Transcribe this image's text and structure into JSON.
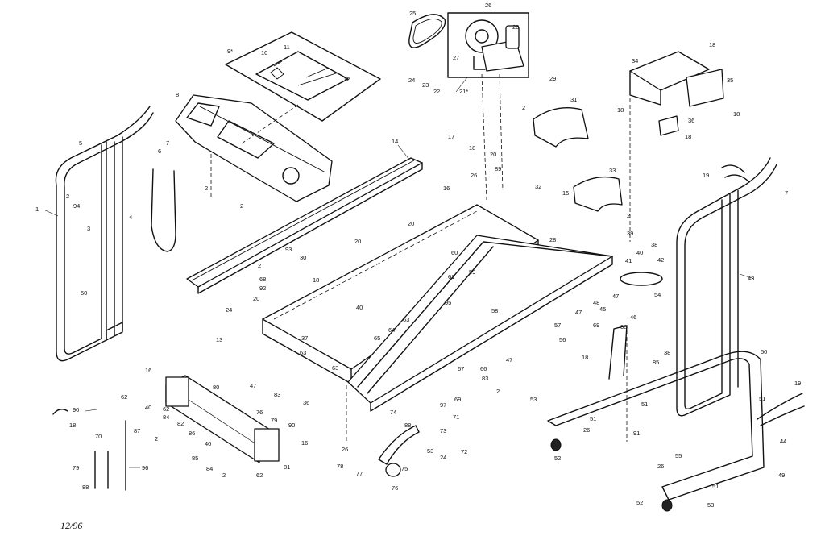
{
  "footer": {
    "code": "12/96"
  },
  "labels": [
    {
      "id": "26a",
      "text": "26"
    },
    {
      "id": "25",
      "text": "25"
    },
    {
      "id": "28",
      "text": "28"
    },
    {
      "id": "27",
      "text": "27"
    },
    {
      "id": "21",
      "text": "21*"
    },
    {
      "id": "24a",
      "text": "24"
    },
    {
      "id": "23",
      "text": "23"
    },
    {
      "id": "22",
      "text": "22"
    },
    {
      "id": "29",
      "text": "29"
    },
    {
      "id": "9",
      "text": "9*"
    },
    {
      "id": "10",
      "text": "10"
    },
    {
      "id": "11",
      "text": "11"
    },
    {
      "id": "12",
      "text": "12"
    },
    {
      "id": "8",
      "text": "8"
    },
    {
      "id": "7a",
      "text": "7"
    },
    {
      "id": "5",
      "text": "5"
    },
    {
      "id": "6",
      "text": "6"
    },
    {
      "id": "1",
      "text": "1"
    },
    {
      "id": "2a",
      "text": "2"
    },
    {
      "id": "94",
      "text": "94"
    },
    {
      "id": "3",
      "text": "3"
    },
    {
      "id": "4",
      "text": "4"
    },
    {
      "id": "2b",
      "text": "2"
    },
    {
      "id": "2c",
      "text": "2"
    },
    {
      "id": "14",
      "text": "14"
    },
    {
      "id": "2d",
      "text": "2"
    },
    {
      "id": "31",
      "text": "31"
    },
    {
      "id": "17",
      "text": "17"
    },
    {
      "id": "18a",
      "text": "18"
    },
    {
      "id": "20a",
      "text": "20"
    },
    {
      "id": "89",
      "text": "89"
    },
    {
      "id": "26b",
      "text": "26"
    },
    {
      "id": "16",
      "text": "16"
    },
    {
      "id": "32",
      "text": "32"
    },
    {
      "id": "33",
      "text": "33"
    },
    {
      "id": "15",
      "text": "15"
    },
    {
      "id": "2e",
      "text": "2"
    },
    {
      "id": "34",
      "text": "34"
    },
    {
      "id": "18b",
      "text": "18"
    },
    {
      "id": "35",
      "text": "35"
    },
    {
      "id": "18c",
      "text": "18"
    },
    {
      "id": "18d",
      "text": "18"
    },
    {
      "id": "36",
      "text": "36"
    },
    {
      "id": "18e",
      "text": "18"
    },
    {
      "id": "19a",
      "text": "19"
    },
    {
      "id": "7b",
      "text": "7"
    },
    {
      "id": "20b",
      "text": "20"
    },
    {
      "id": "60",
      "text": "60"
    },
    {
      "id": "28b",
      "text": "28"
    },
    {
      "id": "39",
      "text": "39"
    },
    {
      "id": "38a",
      "text": "38"
    },
    {
      "id": "40a",
      "text": "40"
    },
    {
      "id": "41",
      "text": "41"
    },
    {
      "id": "42",
      "text": "42"
    },
    {
      "id": "20c",
      "text": "20"
    },
    {
      "id": "93",
      "text": "93"
    },
    {
      "id": "30",
      "text": "30"
    },
    {
      "id": "2f",
      "text": "2"
    },
    {
      "id": "68",
      "text": "68"
    },
    {
      "id": "18f",
      "text": "18"
    },
    {
      "id": "92",
      "text": "92"
    },
    {
      "id": "59",
      "text": "59"
    },
    {
      "id": "61",
      "text": "61"
    },
    {
      "id": "20d",
      "text": "20"
    },
    {
      "id": "24b",
      "text": "24"
    },
    {
      "id": "50a",
      "text": "50"
    },
    {
      "id": "95",
      "text": "95"
    },
    {
      "id": "40b",
      "text": "40"
    },
    {
      "id": "63a",
      "text": "63"
    },
    {
      "id": "64a",
      "text": "64"
    },
    {
      "id": "65",
      "text": "65"
    },
    {
      "id": "48",
      "text": "48"
    },
    {
      "id": "47a",
      "text": "47"
    },
    {
      "id": "45",
      "text": "45"
    },
    {
      "id": "47b",
      "text": "47"
    },
    {
      "id": "54",
      "text": "54"
    },
    {
      "id": "46",
      "text": "46"
    },
    {
      "id": "43",
      "text": "43"
    },
    {
      "id": "13",
      "text": "13"
    },
    {
      "id": "37",
      "text": "37"
    },
    {
      "id": "63b",
      "text": "63"
    },
    {
      "id": "57",
      "text": "57"
    },
    {
      "id": "58",
      "text": "58"
    },
    {
      "id": "56",
      "text": "56"
    },
    {
      "id": "69",
      "text": "69"
    },
    {
      "id": "38b",
      "text": "38"
    },
    {
      "id": "38c",
      "text": "38"
    },
    {
      "id": "18g",
      "text": "18"
    },
    {
      "id": "85",
      "text": "85"
    },
    {
      "id": "50b",
      "text": "50"
    },
    {
      "id": "16b",
      "text": "16"
    },
    {
      "id": "62a",
      "text": "62"
    },
    {
      "id": "47c",
      "text": "47"
    },
    {
      "id": "63c",
      "text": "63"
    },
    {
      "id": "66",
      "text": "66"
    },
    {
      "id": "47d",
      "text": "47"
    },
    {
      "id": "80",
      "text": "80"
    },
    {
      "id": "83a",
      "text": "83"
    },
    {
      "id": "67",
      "text": "67"
    },
    {
      "id": "83b",
      "text": "83"
    },
    {
      "id": "2g",
      "text": "2"
    },
    {
      "id": "90a",
      "text": "90"
    },
    {
      "id": "62b",
      "text": "62"
    },
    {
      "id": "76a",
      "text": "76"
    },
    {
      "id": "79a",
      "text": "79"
    },
    {
      "id": "36b",
      "text": "36"
    },
    {
      "id": "97",
      "text": "97"
    },
    {
      "id": "69b",
      "text": "69"
    },
    {
      "id": "53a",
      "text": "53"
    },
    {
      "id": "51a",
      "text": "51"
    },
    {
      "id": "19b",
      "text": "19"
    },
    {
      "id": "51b",
      "text": "51"
    },
    {
      "id": "18h",
      "text": "18"
    },
    {
      "id": "40c",
      "text": "40"
    },
    {
      "id": "84a",
      "text": "84"
    },
    {
      "id": "82",
      "text": "82"
    },
    {
      "id": "87",
      "text": "87"
    },
    {
      "id": "2h",
      "text": "2"
    },
    {
      "id": "90b",
      "text": "90"
    },
    {
      "id": "74",
      "text": "74"
    },
    {
      "id": "71",
      "text": "71"
    },
    {
      "id": "88",
      "text": "88"
    },
    {
      "id": "51c",
      "text": "51"
    },
    {
      "id": "26c",
      "text": "26"
    },
    {
      "id": "91",
      "text": "91"
    },
    {
      "id": "70",
      "text": "70"
    },
    {
      "id": "86",
      "text": "86"
    },
    {
      "id": "40d",
      "text": "40"
    },
    {
      "id": "26d",
      "text": "26"
    },
    {
      "id": "73",
      "text": "73"
    },
    {
      "id": "72",
      "text": "72"
    },
    {
      "id": "52a",
      "text": "52"
    },
    {
      "id": "44",
      "text": "44"
    },
    {
      "id": "85b",
      "text": "85"
    },
    {
      "id": "84b",
      "text": "84"
    },
    {
      "id": "16c",
      "text": "16"
    },
    {
      "id": "81",
      "text": "81"
    },
    {
      "id": "78",
      "text": "78"
    },
    {
      "id": "24c",
      "text": "24"
    },
    {
      "id": "53b",
      "text": "53"
    },
    {
      "id": "49",
      "text": "49"
    },
    {
      "id": "79b",
      "text": "79"
    },
    {
      "id": "96",
      "text": "96"
    },
    {
      "id": "2i",
      "text": "2"
    },
    {
      "id": "62c",
      "text": "62"
    },
    {
      "id": "77",
      "text": "77"
    },
    {
      "id": "75",
      "text": "75"
    },
    {
      "id": "76b",
      "text": "76"
    },
    {
      "id": "26e",
      "text": "26"
    },
    {
      "id": "55",
      "text": "55"
    },
    {
      "id": "88b",
      "text": "88"
    },
    {
      "id": "51d",
      "text": "51"
    },
    {
      "id": "52b",
      "text": "52"
    },
    {
      "id": "53c",
      "text": "53"
    }
  ]
}
